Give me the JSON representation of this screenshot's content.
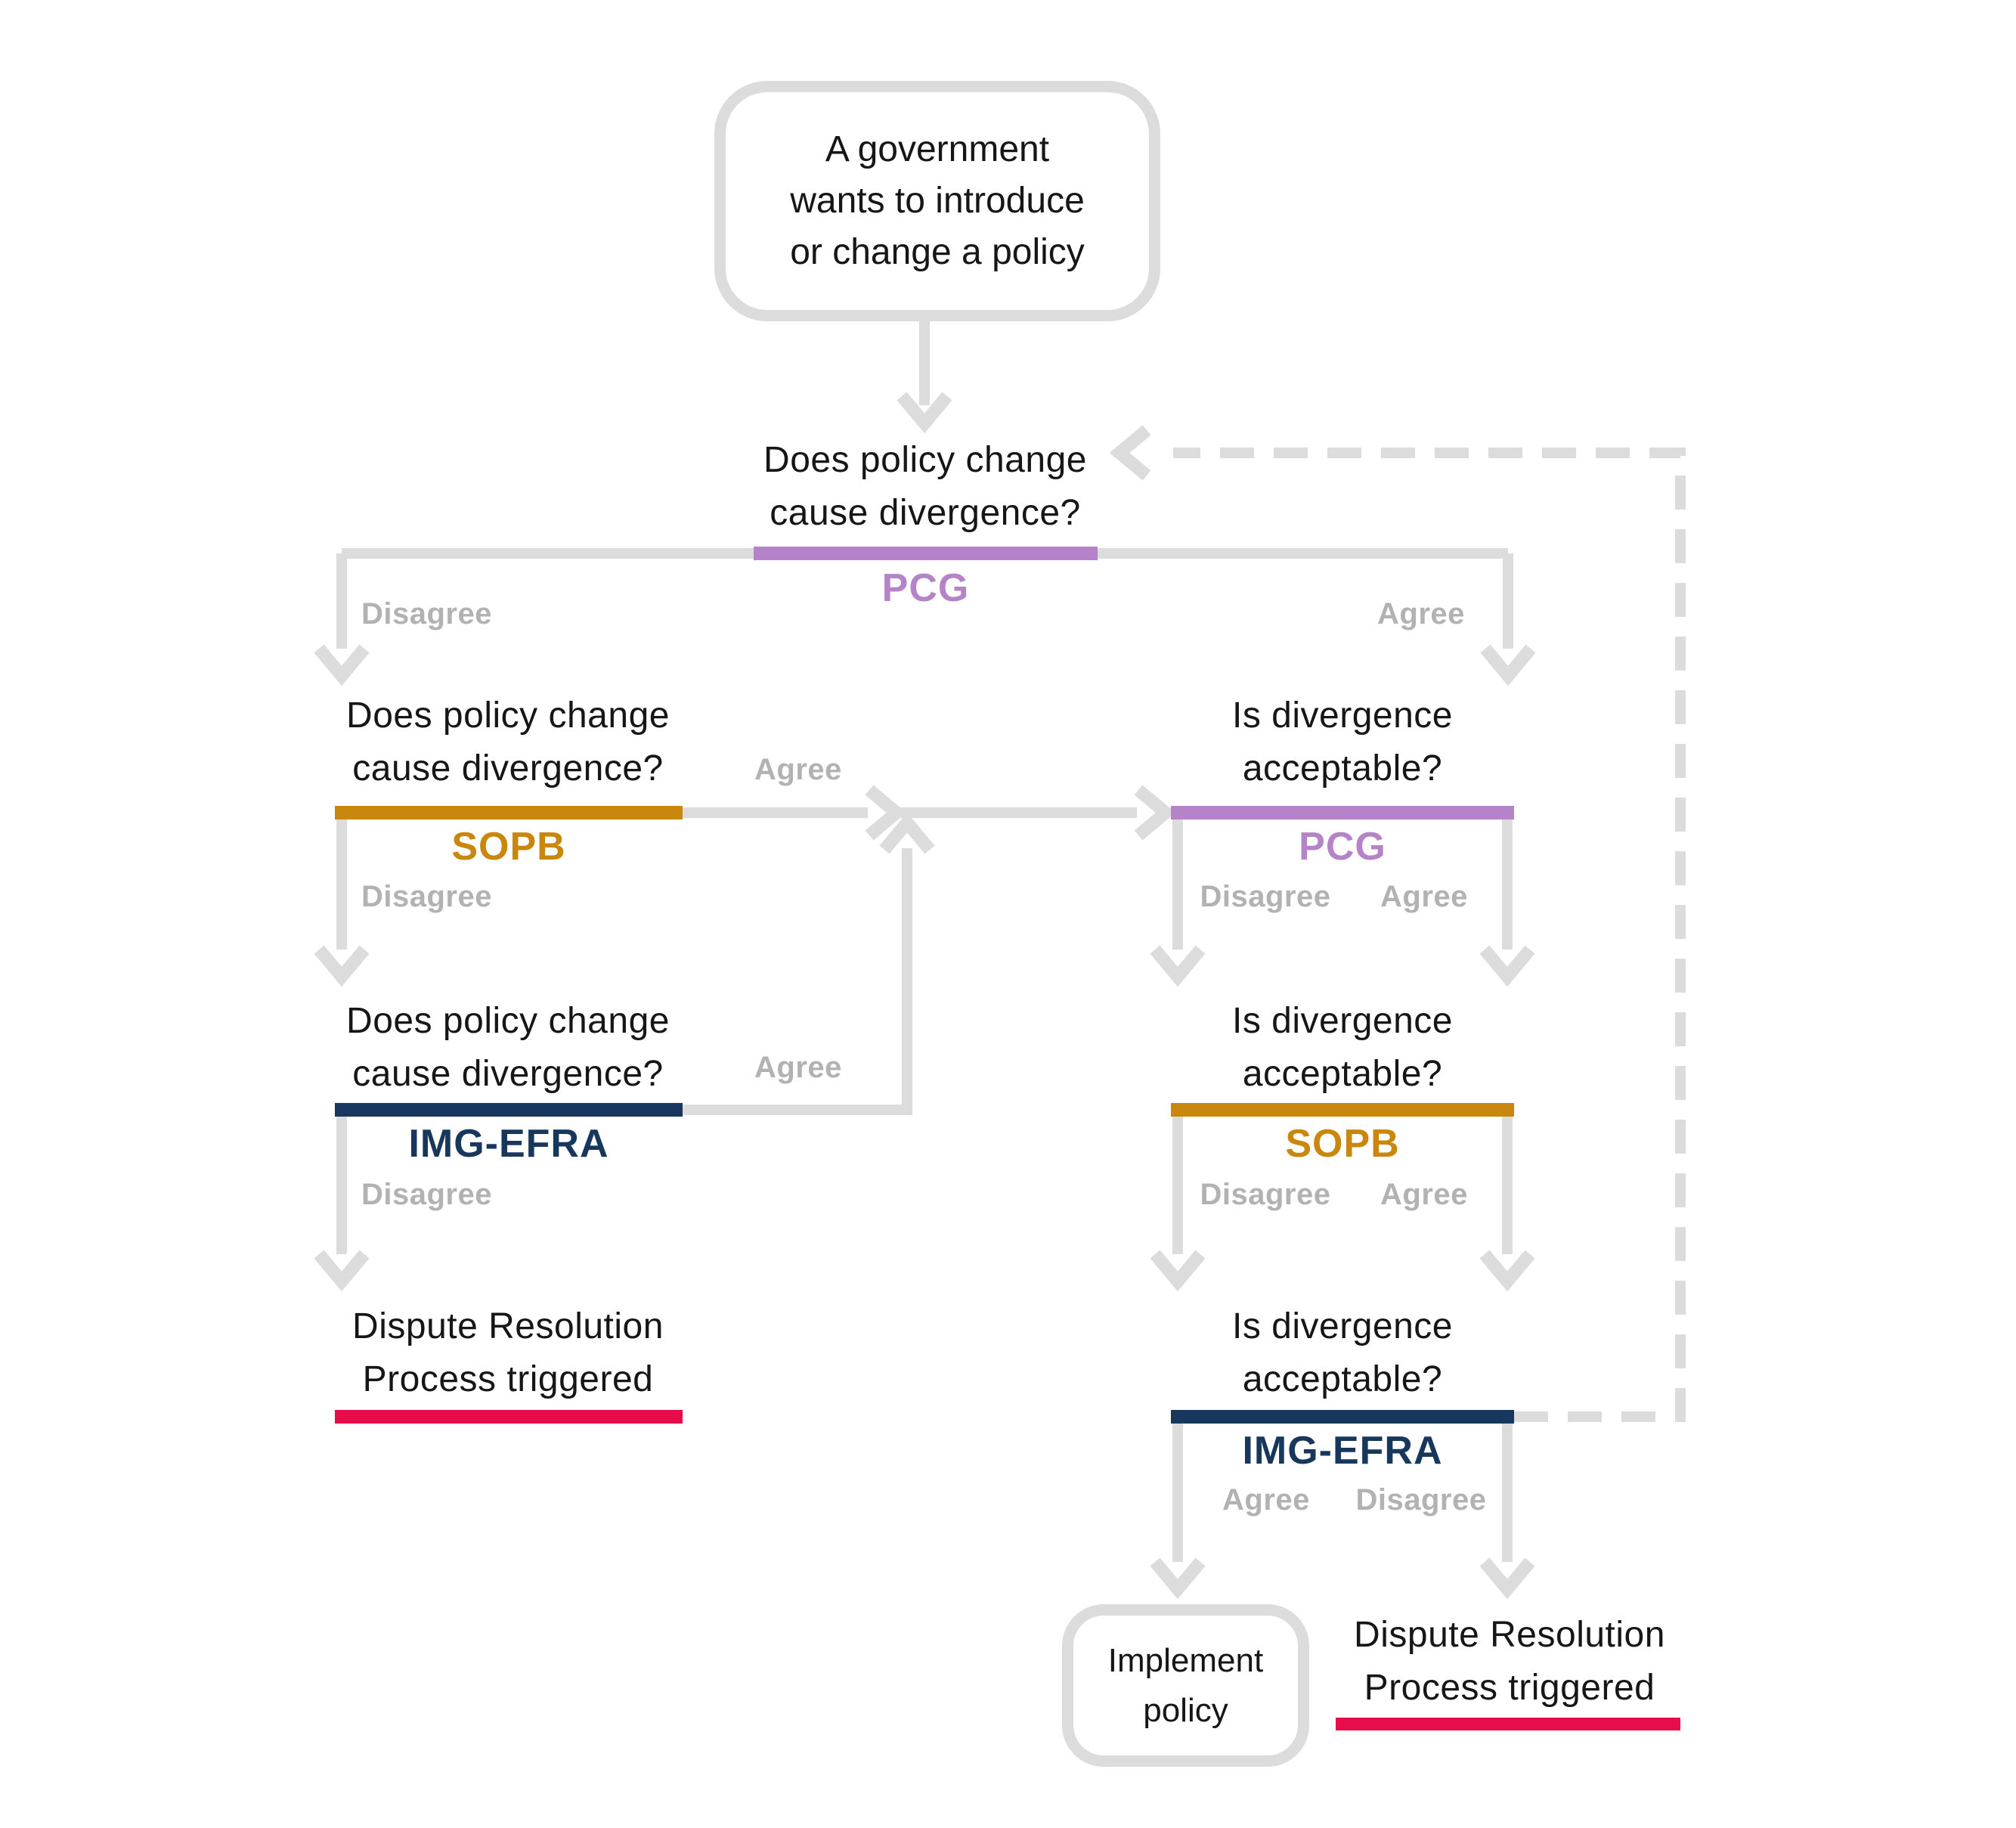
{
  "colors": {
    "line": "#dcdcdc",
    "edge_label": "#b2b2b2",
    "text": "#161616",
    "pcg": "#b583c8",
    "sopb": "#c9880d",
    "img_efra": "#17375c",
    "dispute": "#e60d4a"
  },
  "nodes": {
    "start": {
      "text": "A government\nwants to introduce\nor change a policy"
    },
    "q_top": {
      "question": "Does policy change\ncause divergence?",
      "org": "PCG"
    },
    "q_left_sopb": {
      "question": "Does policy change\ncause divergence?",
      "org": "SOPB"
    },
    "q_left_imgefra": {
      "question": "Does policy change\ncause divergence?",
      "org": "IMG-EFRA"
    },
    "q_right_pcg": {
      "question": "Is divergence\nacceptable?",
      "org": "PCG"
    },
    "q_right_sopb": {
      "question": "Is divergence\nacceptable?",
      "org": "SOPB"
    },
    "q_right_imgefra": {
      "question": "Is divergence\nacceptable?",
      "org": "IMG-EFRA"
    },
    "dispute_left": {
      "text": "Dispute Resolution\nProcess triggered"
    },
    "implement": {
      "text": "Implement\npolicy"
    },
    "dispute_right": {
      "text": "Dispute Resolution\nProcess triggered"
    }
  },
  "edges": {
    "top_disagree": "Disagree",
    "top_agree": "Agree",
    "left_sopb_agree": "Agree",
    "left_sopb_disagree": "Disagree",
    "left_imgefra_agree": "Agree",
    "left_imgefra_disagree": "Disagree",
    "right_pcg_disagree": "Disagree",
    "right_pcg_agree": "Agree",
    "right_sopb_disagree": "Disagree",
    "right_sopb_agree": "Agree",
    "right_imgefra_agree": "Agree",
    "right_imgefra_disagree": "Disagree"
  }
}
